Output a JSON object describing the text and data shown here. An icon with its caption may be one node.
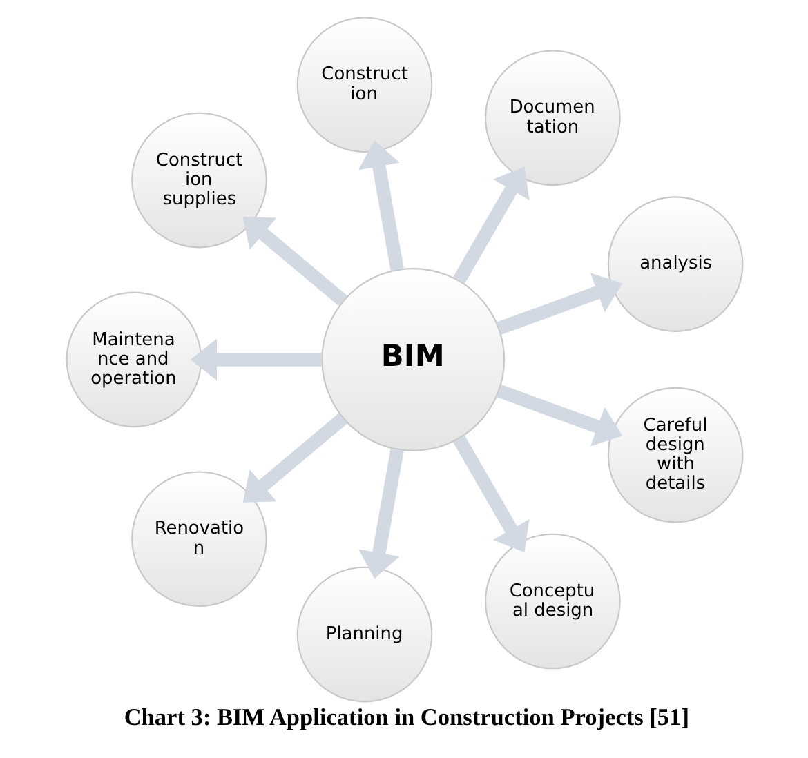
{
  "diagram": {
    "caption": "Chart 3: BIM Application in Construction Projects [51]",
    "nodes": [
      {
        "text": [
          "BIM"
        ]
      },
      {
        "text": [
          "analysis"
        ]
      },
      {
        "text": [
          "Documen tation"
        ]
      },
      {
        "text": [
          "Construct ion"
        ]
      },
      {
        "text": [
          "Construct ion supplies"
        ]
      },
      {
        "text": [
          "Maintena nce and operation"
        ]
      },
      {
        "text": [
          "Renovatio n"
        ]
      },
      {
        "text": [
          "Planning"
        ]
      },
      {
        "text": [
          "Conceptu al design"
        ]
      },
      {
        "text": [
          "Careful design with details"
        ]
      }
    ],
    "edges": [
      {
        "from": 0,
        "to": 1,
        "arrow": "to"
      },
      {
        "from": 0,
        "to": 2,
        "arrow": "to"
      },
      {
        "from": 0,
        "to": 3,
        "arrow": "to"
      },
      {
        "from": 0,
        "to": 4,
        "arrow": "to"
      },
      {
        "from": 0,
        "to": 5,
        "arrow": "to"
      },
      {
        "from": 0,
        "to": 6,
        "arrow": "to"
      },
      {
        "from": 0,
        "to": 7,
        "arrow": "to"
      },
      {
        "from": 0,
        "to": 8,
        "arrow": "to"
      },
      {
        "from": 0,
        "to": 9,
        "arrow": "to"
      }
    ]
  }
}
